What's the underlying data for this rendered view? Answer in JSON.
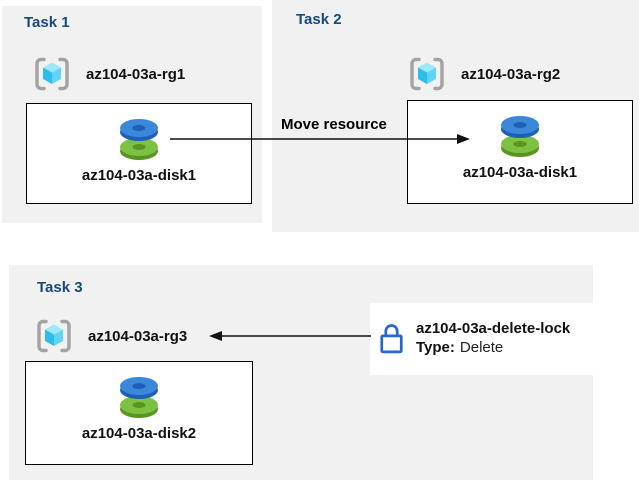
{
  "diagram": {
    "tasks": [
      {
        "title": "Task 1",
        "resource_group": "az104-03a-rg1",
        "resource": "az104-03a-disk1"
      },
      {
        "title": "Task 2",
        "resource_group": "az104-03a-rg2",
        "resource": "az104-03a-disk1"
      },
      {
        "title": "Task 3",
        "resource_group": "az104-03a-rg3",
        "resource": "az104-03a-disk2"
      }
    ],
    "move_arrow_label": "Move resource",
    "lock": {
      "name": "az104-03a-delete-lock",
      "type_label": "Type:",
      "type_value": "Delete"
    },
    "icons": [
      {
        "name": "resource-group-icon",
        "meaning": "Azure resource group"
      },
      {
        "name": "disk-icon",
        "meaning": "Azure managed disk"
      },
      {
        "name": "lock-icon",
        "meaning": "delete lock"
      }
    ],
    "colors": {
      "panel_bg": "#f1f1f1",
      "title_blue": "#17497b",
      "disk_blue": "#3b87d9",
      "disk_blue_dark": "#1d61b5",
      "disk_green": "#7cc142",
      "disk_green_dark": "#5a9422",
      "cube_top": "#9be9fb",
      "cube_left": "#2ebcec",
      "cube_right": "#5fd4f6",
      "bracket_gray": "#a3a3a3",
      "lock_blue": "#2a67cc",
      "arrow_black": "#111111"
    }
  }
}
